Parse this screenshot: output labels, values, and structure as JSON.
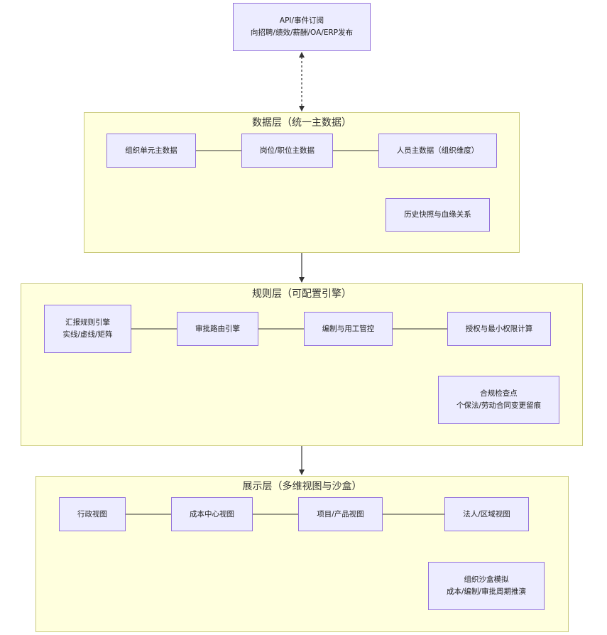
{
  "api_node": {
    "line1": "API/事件订阅",
    "line2": "向招聘/绩效/薪酬/OA/ERP发布"
  },
  "data_layer": {
    "title": "数据层（统一主数据）",
    "org_unit": "组织单元主数据",
    "position": "岗位/职位主数据",
    "person": "人员主数据（组织维度）",
    "history": "历史快照与血缘关系"
  },
  "rule_layer": {
    "title": "规则层（可配置引擎）",
    "report_line1": "汇报规则引擎",
    "report_line2": "实线/虚线/矩阵",
    "approval": "审批路由引擎",
    "headcount": "编制与用工管控",
    "authorization": "授权与最小权限计算",
    "compliance_line1": "合规检查点",
    "compliance_line2": "个保法/劳动合同变更留痕"
  },
  "presentation_layer": {
    "title": "展示层（多维视图与沙盒）",
    "admin_view": "行政视图",
    "cost_center_view": "成本中心视图",
    "project_view": "项目/产品视图",
    "legal_view": "法人/区域视图",
    "sandbox_line1": "组织沙盒模拟",
    "sandbox_line2": "成本/编制/审批周期推演"
  },
  "colors": {
    "cluster_fill": "#ffffde",
    "cluster_border": "#c9c97a",
    "node_fill": "#ececff",
    "node_border": "#9370db",
    "edge": "#333333"
  }
}
